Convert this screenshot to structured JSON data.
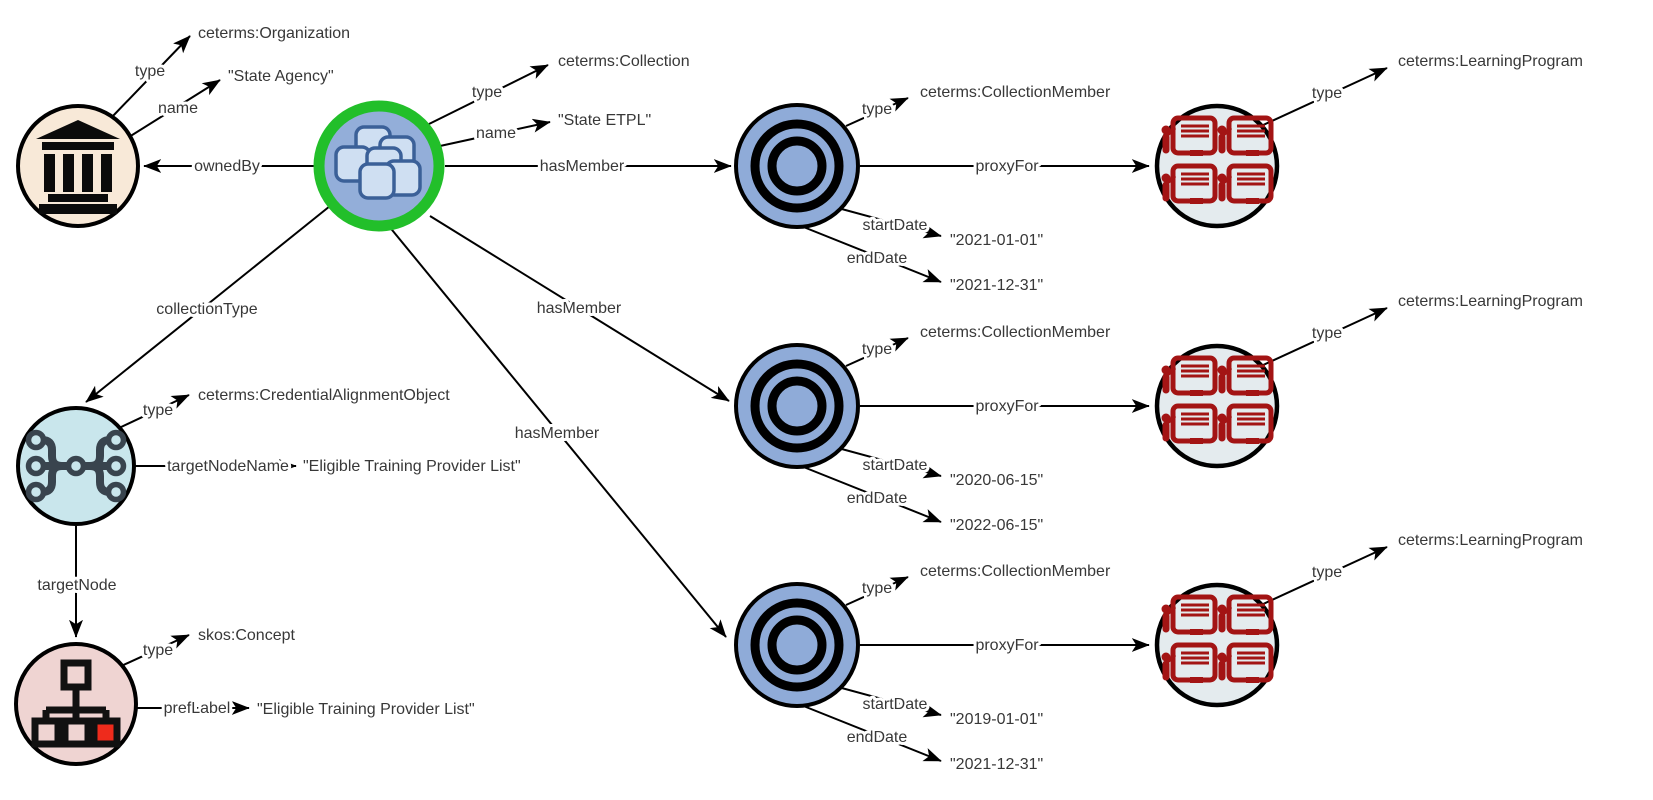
{
  "edges": {
    "type": "type",
    "name": "name",
    "owned_by": "ownedBy",
    "has_member": "hasMember",
    "collection_type": "collectionType",
    "proxy_for": "proxyFor",
    "start_date": "startDate",
    "end_date": "endDate",
    "target_node_name": "targetNodeName",
    "target_node": "targetNode",
    "pref_label": "prefLabel"
  },
  "org": {
    "type_value": "ceterms:Organization",
    "name_value": "\"State Agency\""
  },
  "collection": {
    "type_value": "ceterms:Collection",
    "name_value": "\"State ETPL\""
  },
  "members": [
    {
      "type_value": "ceterms:CollectionMember",
      "start_value": "\"2021-01-01\"",
      "end_value": "\"2021-12-31\""
    },
    {
      "type_value": "ceterms:CollectionMember",
      "start_value": "\"2020-06-15\"",
      "end_value": "\"2022-06-15\""
    },
    {
      "type_value": "ceterms:CollectionMember",
      "start_value": "\"2019-01-01\"",
      "end_value": "\"2021-12-31\""
    }
  ],
  "programs": [
    {
      "type_value": "ceterms:LearningProgram"
    },
    {
      "type_value": "ceterms:LearningProgram"
    },
    {
      "type_value": "ceterms:LearningProgram"
    }
  ],
  "alignment": {
    "type_value": "ceterms:CredentialAlignmentObject",
    "target_node_name_value": "\"Eligible Training Provider List\""
  },
  "concept": {
    "type_value": "skos:Concept",
    "pref_label_value": "\"Eligible Training Provider List\""
  },
  "icons": {
    "organization": "bank-icon",
    "collection": "stacked-squares-icon",
    "member": "bullseye-icon",
    "program": "teacher-presentation-icon",
    "alignment": "network-merge-icon",
    "concept": "hierarchy-tree-icon"
  },
  "colors": {
    "line": "#000000",
    "text": "#383838",
    "org_fill": "#f8e9d8",
    "collection_ring": "#22bf2a",
    "collection_fill": "#93aed9",
    "collection_square_fill": "#cfdff2",
    "collection_square_stroke": "#3b6098",
    "member_fill": "#8fabd8",
    "program_fill": "#e4ebee",
    "program_icon": "#a31414",
    "alignment_fill": "#c9e6ec",
    "alignment_icon": "#39444e",
    "concept_fill": "#efd4d2",
    "concept_accent": "#ee2b1c"
  }
}
